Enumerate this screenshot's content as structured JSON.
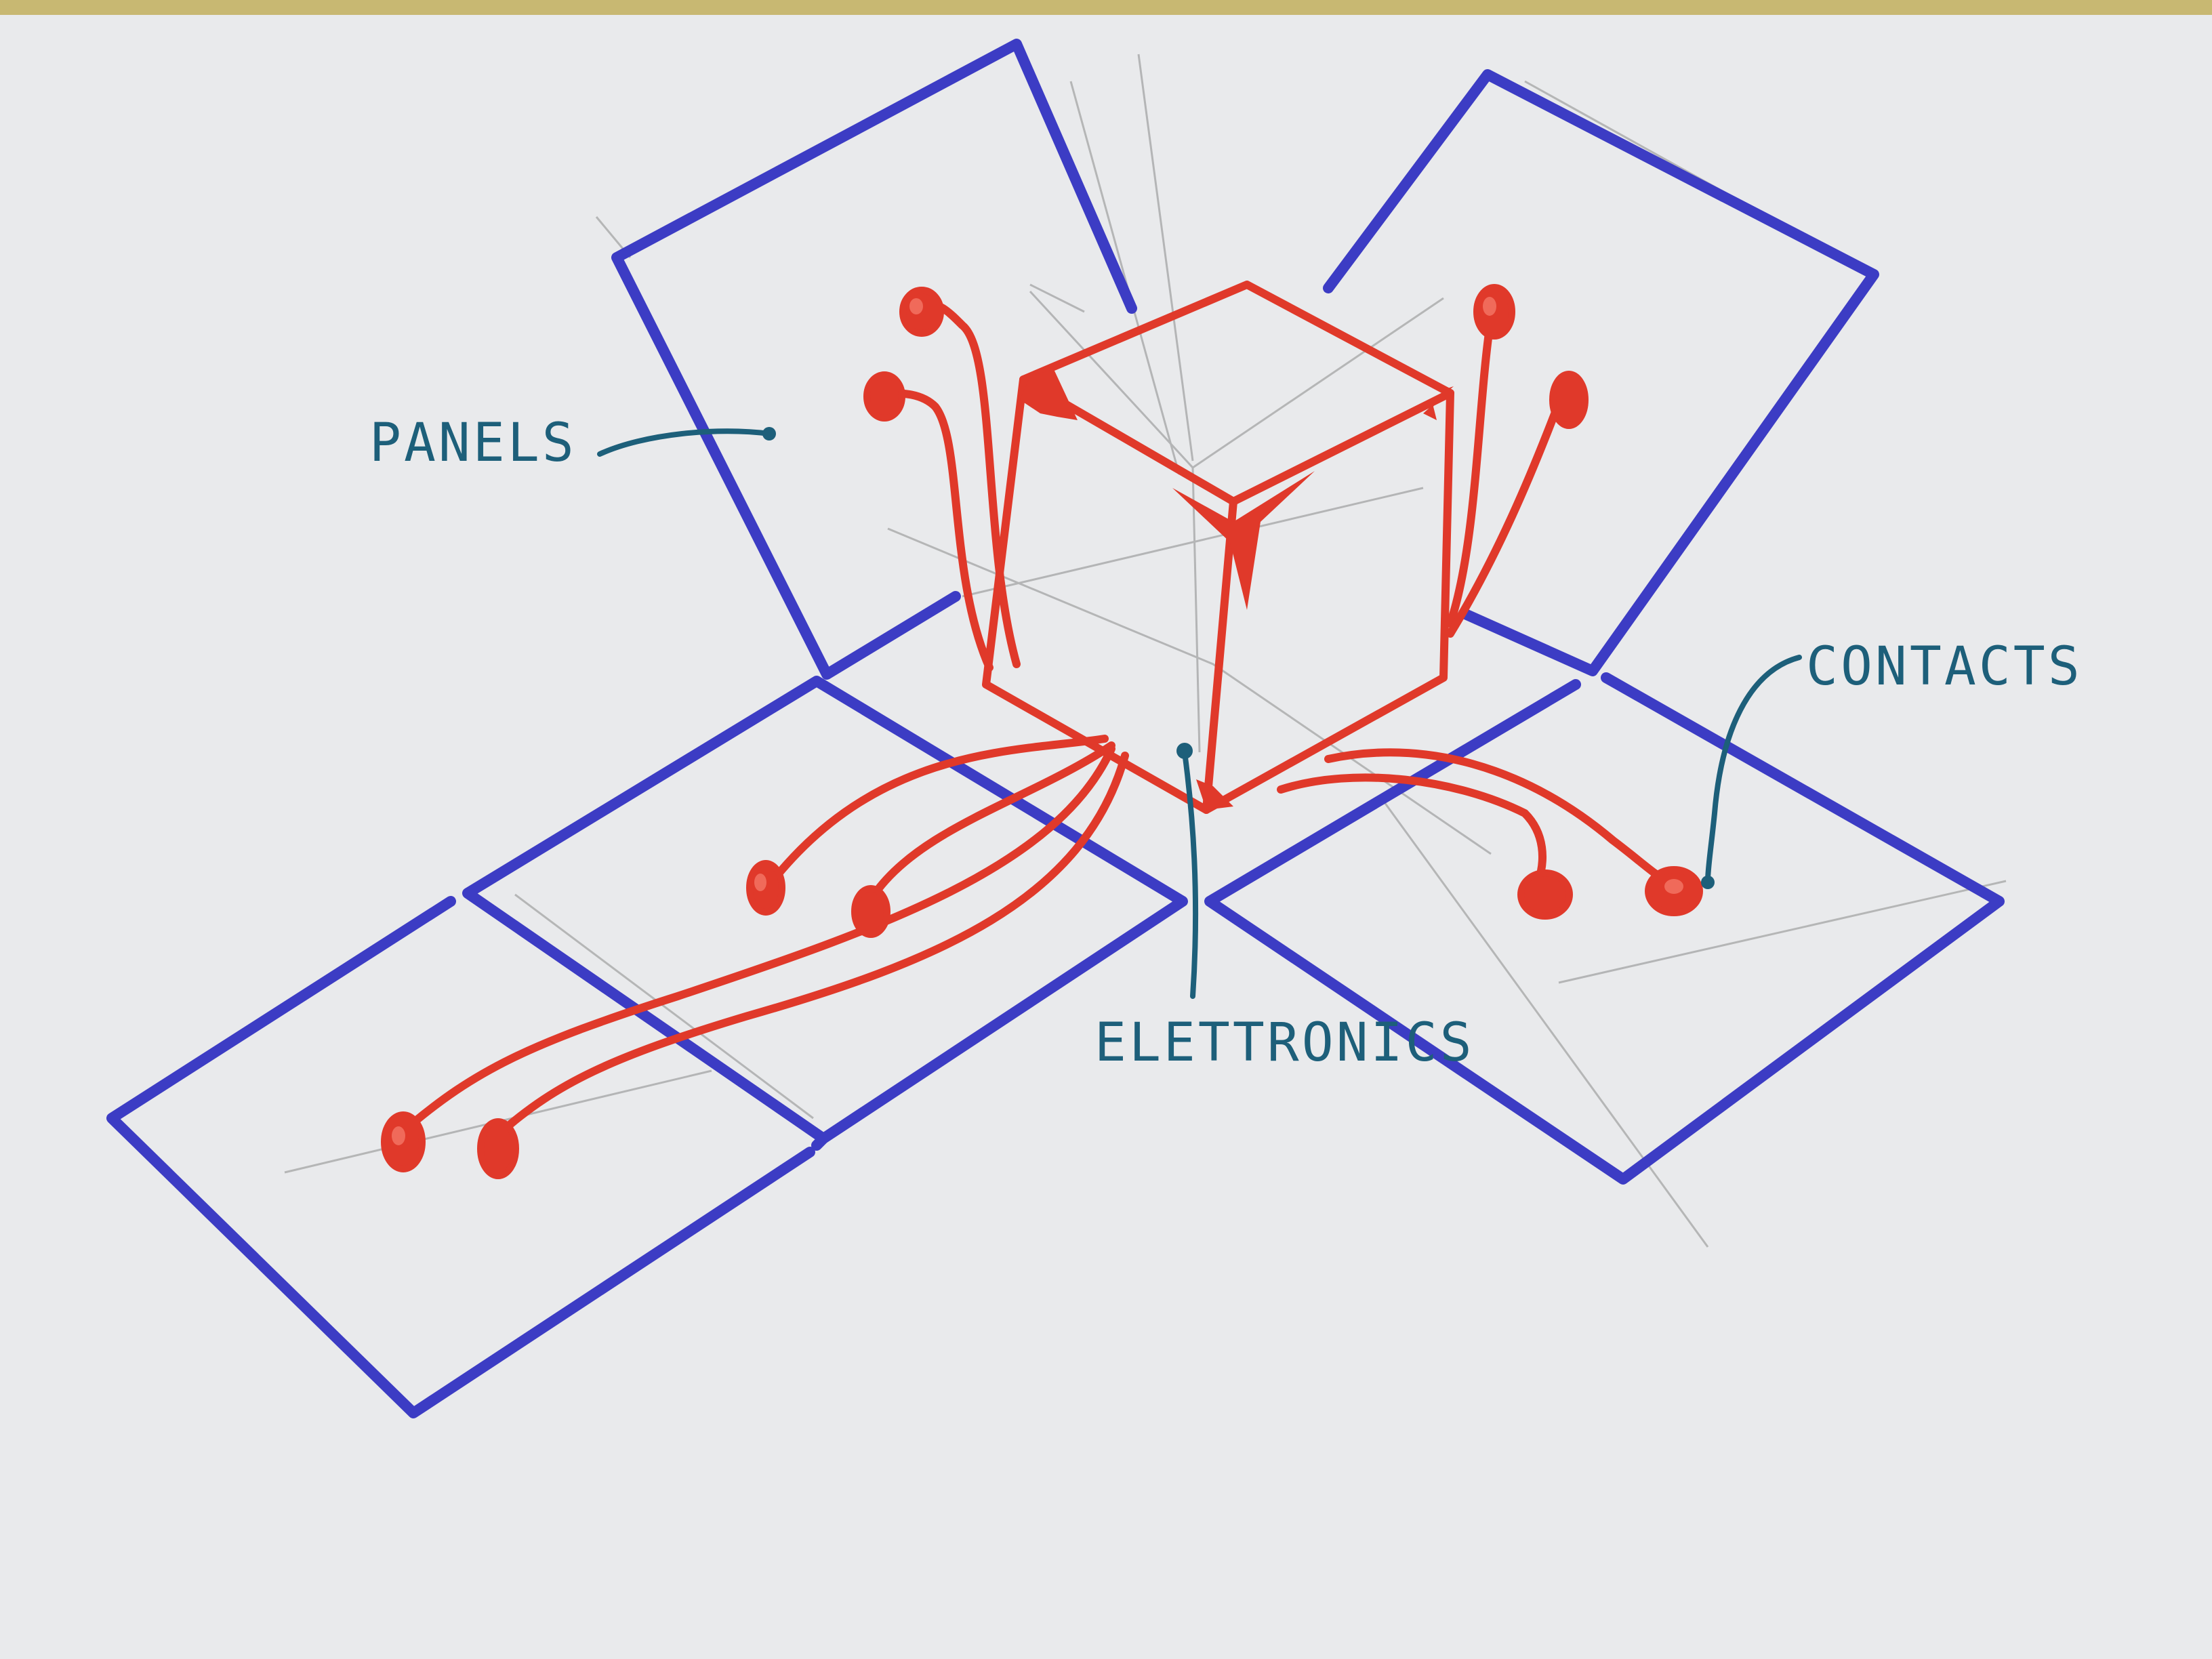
{
  "labels": {
    "panels": "PANELS",
    "contacts": "CONTACTS",
    "electronics": "ELETTRONICS"
  },
  "colors": {
    "paper": "#e9eaec",
    "panel_outline": "#3c3cc4",
    "wiring": "#e0392a",
    "annotation": "#1d5f7a",
    "pencil": "#8a8a8a",
    "top_edge": "#c8b872"
  },
  "icons": {
    "contact_pad": "contact-pad-icon",
    "electronics_node": "electronics-node-icon"
  }
}
